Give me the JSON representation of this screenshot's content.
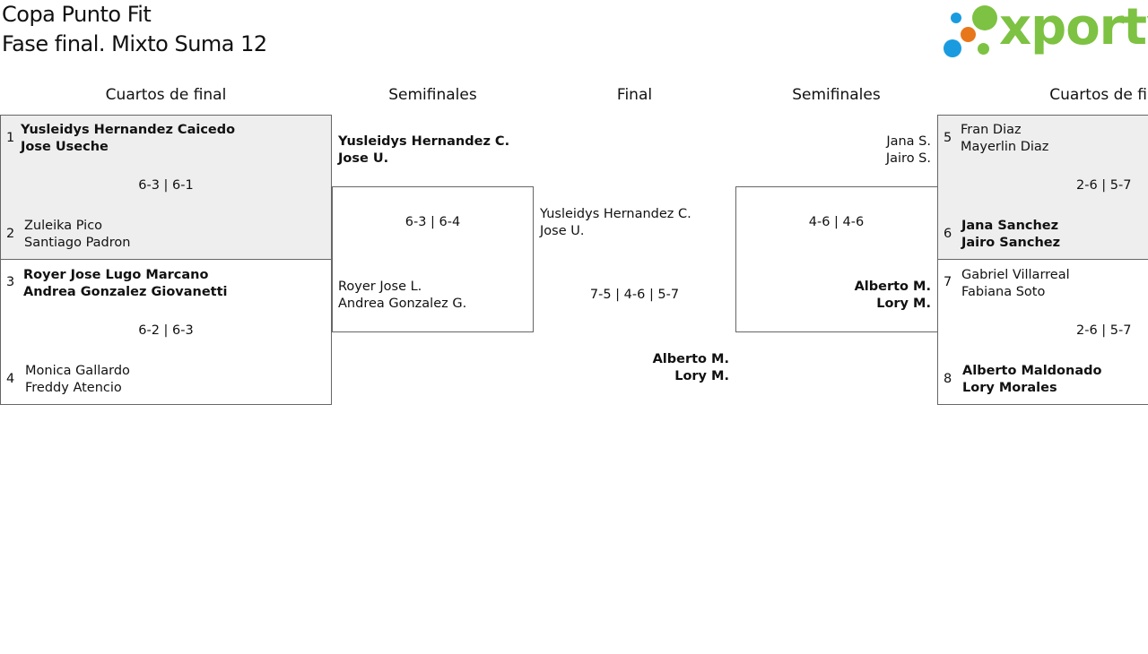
{
  "header": {
    "title": "Copa Punto Fit",
    "subtitle": "Fase final. Mixto Suma 12"
  },
  "logo": {
    "text": "xporty"
  },
  "rounds": {
    "left_qf": "Cuartos de final",
    "left_sf": "Semifinales",
    "final": "Final",
    "right_sf": "Semifinales",
    "right_qf": "Cuartos de fin"
  },
  "quarterfinals": [
    {
      "top": {
        "seed": "1",
        "p1": "Yusleidys Hernandez Caicedo",
        "p2": "Jose Useche",
        "winner": true
      },
      "bottom": {
        "seed": "2",
        "p1": "Zuleika Pico",
        "p2": "Santiago Padron",
        "winner": false
      },
      "score": "6-3 | 6-1"
    },
    {
      "top": {
        "seed": "3",
        "p1": "Royer Jose Lugo Marcano",
        "p2": "Andrea Gonzalez Giovanetti",
        "winner": true
      },
      "bottom": {
        "seed": "4",
        "p1": "Monica Gallardo",
        "p2": "Freddy Atencio",
        "winner": false
      },
      "score": "6-2 | 6-3"
    },
    {
      "top": {
        "seed": "5",
        "p1": "Fran Diaz",
        "p2": "Mayerlin Diaz",
        "winner": false
      },
      "bottom": {
        "seed": "6",
        "p1": "Jana Sanchez",
        "p2": "Jairo Sanchez",
        "winner": true
      },
      "score": "2-6 | 5-7"
    },
    {
      "top": {
        "seed": "7",
        "p1": "Gabriel Villarreal",
        "p2": "Fabiana Soto",
        "winner": false
      },
      "bottom": {
        "seed": "8",
        "p1": "Alberto Maldonado",
        "p2": "Lory Morales",
        "winner": true
      },
      "score": "2-6 | 5-7"
    }
  ],
  "semifinals": {
    "left": {
      "top": {
        "p1": "Yusleidys Hernandez C.",
        "p2": "Jose U."
      },
      "bottom": {
        "p1": "Royer Jose L.",
        "p2": "Andrea Gonzalez G."
      },
      "score": "6-3 | 6-4"
    },
    "right": {
      "top": {
        "p1": "Jana S.",
        "p2": "Jairo S."
      },
      "bottom": {
        "p1": "Alberto M.",
        "p2": "Lory M."
      },
      "score": "4-6 | 4-6"
    }
  },
  "final": {
    "top": {
      "p1": "Yusleidys Hernandez C.",
      "p2": "Jose U."
    },
    "bottom": {
      "p1": "Alberto M.",
      "p2": "Lory M."
    },
    "score": "7-5 | 4-6 | 5-7"
  },
  "colors": {
    "logo_green": "#7dc242",
    "logo_blue": "#1a9be0",
    "logo_orange": "#e8771c",
    "winner_box_bg": "#eeeeee"
  }
}
